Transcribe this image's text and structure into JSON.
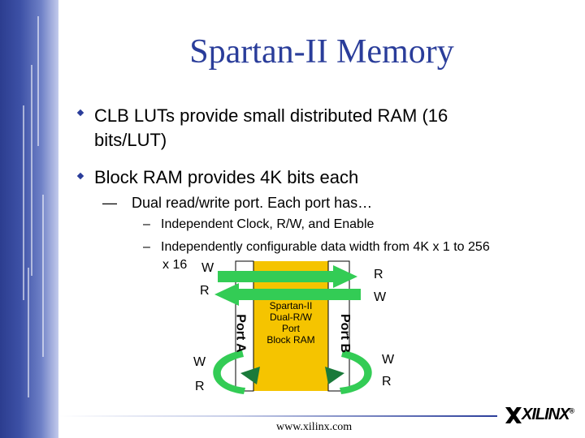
{
  "slide": {
    "title": "Spartan-II Memory",
    "bullets": [
      {
        "line1": "CLB LUTs provide small distributed RAM (16",
        "line2": "bits/LUT)"
      },
      {
        "line1": "Block RAM provides 4K bits each"
      }
    ],
    "sub": {
      "dash": "—",
      "text": "Dual read/write port. Each port has…"
    },
    "subsub": [
      {
        "dash": "–",
        "text": "Independent Clock, R/W, and Enable"
      },
      {
        "dash": "–",
        "text": "Independently configurable data width from 4K x 1 to 256"
      }
    ],
    "subsub_cont": "x 16"
  },
  "diagram": {
    "block_lines": [
      "Spartan-II",
      "Dual-R/W",
      "Port",
      "Block RAM"
    ],
    "port_a": "Port A",
    "port_b": "Port B",
    "labels": {
      "w_top_left": "W",
      "r_top_right": "R",
      "r_mid_left": "R",
      "w_mid_right": "W",
      "w_bot_left": "W",
      "w_bot_right": "W",
      "r_bot_left": "R",
      "r_bot_right": "R"
    },
    "colors": {
      "block": "#f5c400",
      "arrow": "#33cc55",
      "arrow_dark": "#1a7a3a"
    }
  },
  "footer": {
    "url": "www.xilinx.com",
    "logo_text": "XILINX",
    "logo_mark": "®"
  },
  "theme": {
    "title_color": "#2a3d9a",
    "sidebar": "#3d51a6"
  }
}
